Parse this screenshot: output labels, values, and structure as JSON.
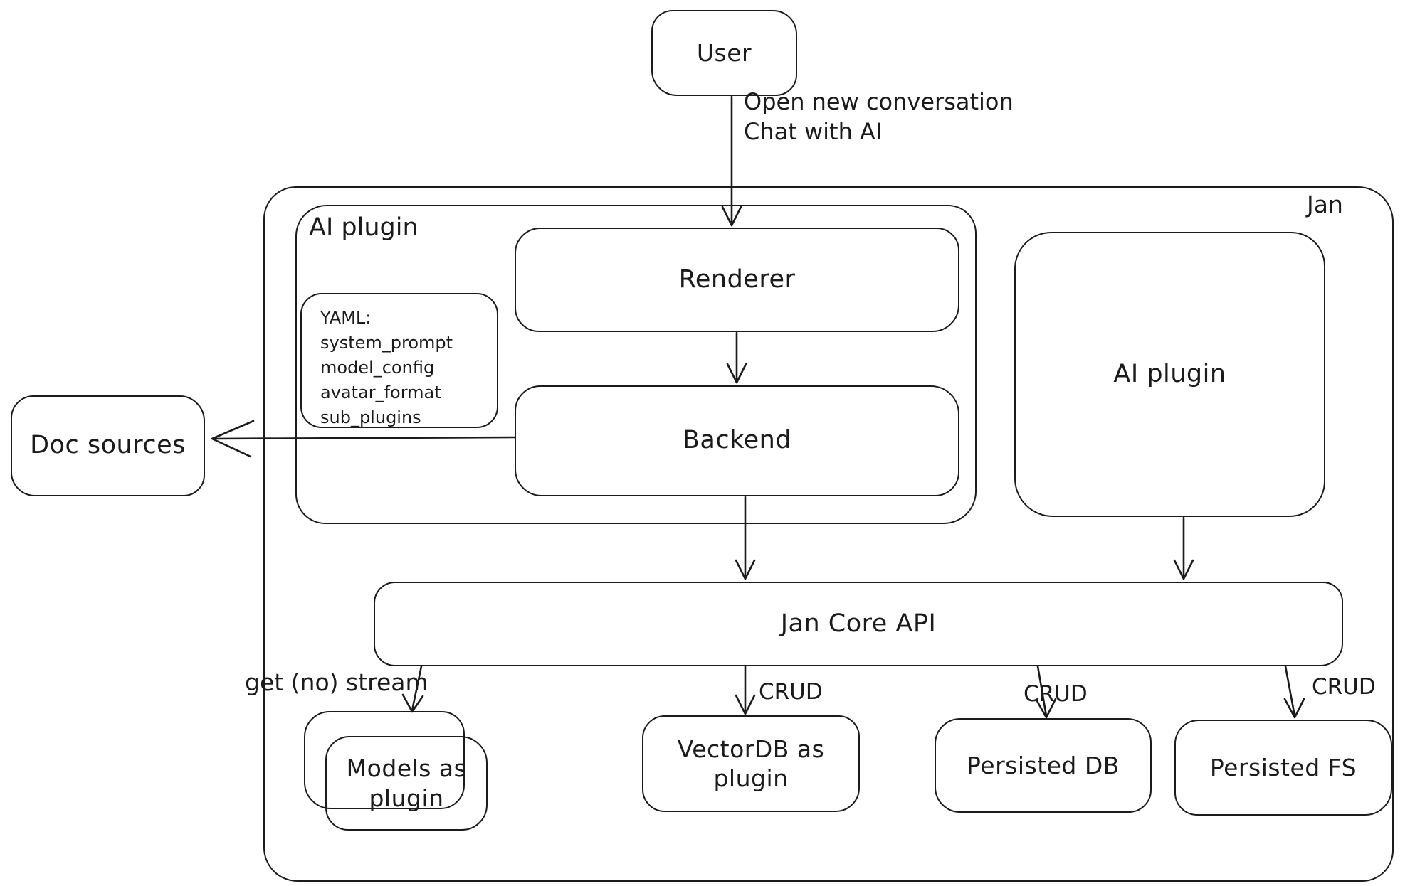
{
  "diagram": {
    "nodes": {
      "user": "User",
      "jan_group": "Jan",
      "ai_plugin_group": "AI plugin",
      "renderer": "Renderer",
      "backend": "Backend",
      "ai_plugin_right": "AI plugin",
      "doc_sources": "Doc sources",
      "jan_core_api": "Jan Core API",
      "models_as_plugin": "Models as plugin",
      "vectordb_as_plugin": "VectorDB as plugin",
      "persisted_db": "Persisted DB",
      "persisted_fs": "Persisted FS"
    },
    "yaml_note": {
      "lines": [
        "YAML:",
        "system_prompt",
        "model_config",
        "avatar_format",
        "sub_plugins"
      ]
    },
    "edge_labels": {
      "user_action": [
        "Open new conversation",
        "Chat with AI"
      ],
      "models_edge": "get (no) stream",
      "vectordb_edge": "CRUD",
      "persisted_db_edge": "CRUD",
      "persisted_fs_edge": "CRUD"
    },
    "colors": {
      "stroke": "#1b1b1b",
      "background": "#ffffff"
    }
  }
}
